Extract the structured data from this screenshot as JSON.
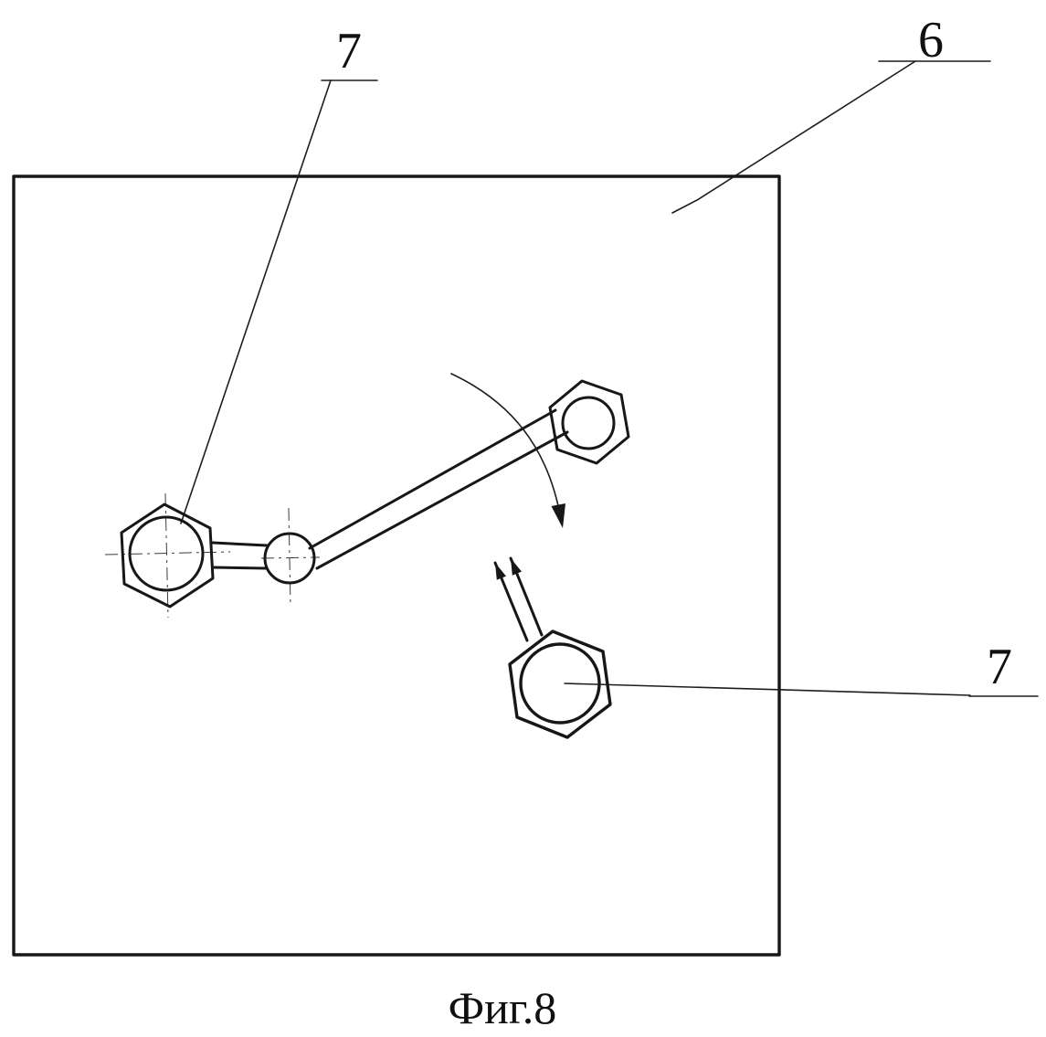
{
  "figure": {
    "caption": "Фиг.8",
    "labels": {
      "top_ref": "7",
      "plate_ref": "6",
      "right_ref": "7"
    },
    "colors": {
      "ink": "#171717",
      "background": "#ffffff"
    }
  }
}
